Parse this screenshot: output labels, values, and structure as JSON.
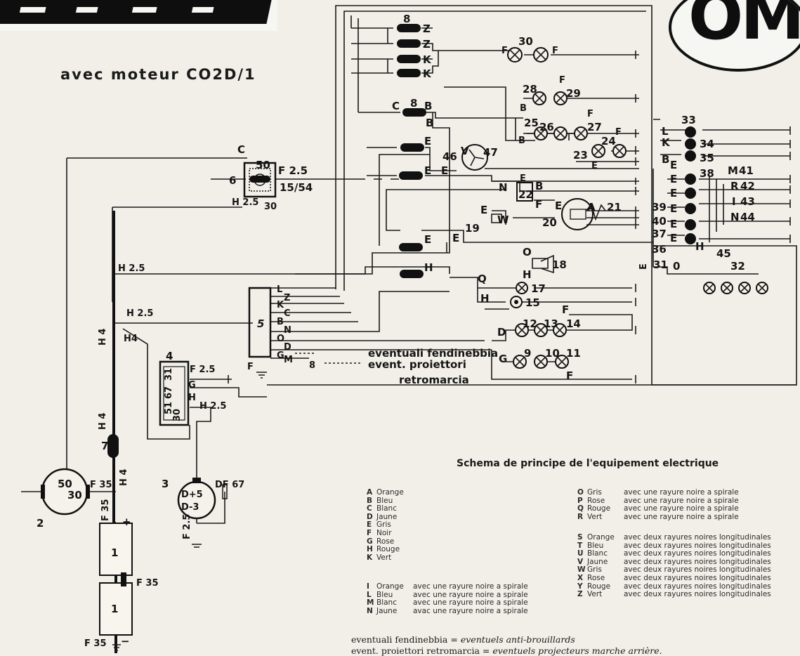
{
  "header": {
    "subtitle": "avec moteur CO2D/1",
    "logo_text": "OM"
  },
  "diagram_title": "Schema de principe de l'equipement electrique",
  "labels": {
    "c_top": "C",
    "n50": "50",
    "n6": "6",
    "f25_top": "F 2.5",
    "v1554": "15/54",
    "h25_30": "H 2.5",
    "n30": "30",
    "h25_a": "H 2.5",
    "h25_b": "H 2.5",
    "h4_a": "H 4",
    "h4_b": "H4",
    "h4_c": "H 4",
    "h4_d": "H 4",
    "n7": "7",
    "n2": "2",
    "m50": "50",
    "m30": "30",
    "f35_a": "F 35",
    "f35_b": "F 35",
    "f35_c": "F 35",
    "f35_d": "F 35",
    "plus": "+",
    "minus": "−",
    "bat1a": "1",
    "bat1b": "1",
    "n3": "3",
    "dplus": "D+5",
    "dminus": "D-3",
    "df67": "DF 67",
    "f25_gen": "F 2.5",
    "n4": "4",
    "f25_reg": "F 2.5",
    "g_reg": "G",
    "h_reg": "H",
    "h25_reg": "H 2.5",
    "r31": "31",
    "r67": "67",
    "r51": "51",
    "r30": "30",
    "n5": "5",
    "f_under5": "F",
    "p5_L": "L",
    "p5_Z": "Z",
    "p5_K": "K",
    "p5_C": "C",
    "p5_B": "B",
    "p5_N": "N",
    "p5_O": "O",
    "p5_D": "D",
    "p5_G": "G",
    "p5_M": "M",
    "n8_bottom": "8",
    "fendinebbia": "eventuali fendinebbia",
    "proiettori": "event. proiettori",
    "retromarcia": "retromarcia",
    "c8_8": "8",
    "c8_Z1": "Z",
    "c8_Z2": "Z",
    "c8_K1": "K",
    "c8_K2": "K",
    "n30_lamp": "30",
    "f_l30a": "F",
    "f_l30b": "F",
    "c8b_C": "C",
    "c8b_8": "8",
    "c8b_B": "B",
    "b_small": "B",
    "e_8c": "E",
    "e_8d": "E",
    "e_8e": "E",
    "n28": "28",
    "n29": "29",
    "f28": "F",
    "b28": "B",
    "n25": "25",
    "n26": "26",
    "n27": "27",
    "f25l": "F",
    "b25": "B",
    "n23": "23",
    "n24": "24",
    "f24": "F",
    "e23": "E",
    "n46": "46",
    "v46": "V",
    "n47": "47",
    "e46": "E",
    "n22": "22",
    "n_22": "N",
    "b_22": "B",
    "e_22": "E",
    "f_22": "F",
    "n19": "19",
    "e19": "E",
    "w19": "W",
    "n20": "20",
    "e20": "E",
    "a20": "A",
    "n21": "21",
    "e_mid": "E",
    "n18": "18",
    "o18": "O",
    "h18": "H",
    "h_mid": "H",
    "q17": "Q",
    "n17": "17",
    "h15": "H",
    "n15": "15",
    "n12": "12",
    "n13": "13",
    "n14": "14",
    "d12": "D",
    "f12": "F",
    "n9": "9",
    "n10": "10",
    "n11": "11",
    "g9": "G",
    "f9": "F",
    "n33": "33",
    "n34": "34",
    "n35": "35",
    "l33": "L",
    "k34": "K",
    "b35": "B",
    "n38": "38",
    "n39": "39",
    "n40": "40",
    "n37": "37",
    "n36": "36",
    "m41": "M",
    "n41": "41",
    "r42": "R",
    "n42": "42",
    "i43": "I",
    "n43": "43",
    "n_44": "N",
    "n44": "44",
    "h45": "H",
    "n45": "45",
    "e_side": "E",
    "n31": "31",
    "o31": "0",
    "n32": "32",
    "e38a": "E",
    "e38b": "E",
    "e38c": "E",
    "e38d": "E",
    "e38e": "E",
    "e38f": "E"
  },
  "legend_single": [
    {
      "code": "A",
      "color": "Orange"
    },
    {
      "code": "B",
      "color": "Bleu"
    },
    {
      "code": "C",
      "color": "Blanc"
    },
    {
      "code": "D",
      "color": "Jaune"
    },
    {
      "code": "E",
      "color": "Gris"
    },
    {
      "code": "F",
      "color": "Noir"
    },
    {
      "code": "G",
      "color": "Rose"
    },
    {
      "code": "H",
      "color": "Rouge"
    },
    {
      "code": "K",
      "color": "Vert"
    }
  ],
  "legend_spiral_a": [
    {
      "code": "I",
      "color": "Orange",
      "desc": "avec une rayure noire a spirale"
    },
    {
      "code": "L",
      "color": "Bleu",
      "desc": "avec une rayure noire a spirale"
    },
    {
      "code": "M",
      "color": "Blanc",
      "desc": "avec une rayure noire a spirale"
    },
    {
      "code": "N",
      "color": "Jaune",
      "desc": "avac une rayure noire a spirale"
    }
  ],
  "legend_spiral_b": [
    {
      "code": "O",
      "color": "Gris",
      "desc": "avec une rayure noire a spirale"
    },
    {
      "code": "P",
      "color": "Rose",
      "desc": "avec une rayure noire a spirale"
    },
    {
      "code": "Q",
      "color": "Rouge",
      "desc": "avec une rayure noire a spirale"
    },
    {
      "code": "R",
      "color": "Vert",
      "desc": "avec une rayure noire a spirale"
    }
  ],
  "legend_long": [
    {
      "code": "S",
      "color": "Orange",
      "desc": "avec deux rayures noires longitudinales"
    },
    {
      "code": "T",
      "color": "Bleu",
      "desc": "avec deux rayures noires longitudinales"
    },
    {
      "code": "U",
      "color": "Blanc",
      "desc": "avec deux rayures noires longitudinales"
    },
    {
      "code": "V",
      "color": "Jaune",
      "desc": "avec deux rayures noires longitudinales"
    },
    {
      "code": "W",
      "color": "Gris",
      "desc": "avec deux rayures noires longitudinales"
    },
    {
      "code": "X",
      "color": "Rose",
      "desc": "avec deux rayures noires longitudinales"
    },
    {
      "code": "Y",
      "color": "Rouge",
      "desc": "avec deux rayures noires longitudinales"
    },
    {
      "code": "Z",
      "color": "Vert",
      "desc": "avec deux rayures noires longitudinales"
    }
  ],
  "notes": [
    {
      "term": "eventuali fendinebbia",
      "eq": "=",
      "meaning": "eventuels anti-brouillards"
    },
    {
      "term": "event. proiettori retromarcia",
      "eq": "=",
      "meaning": "eventuels projecteurs marche arrière."
    }
  ]
}
